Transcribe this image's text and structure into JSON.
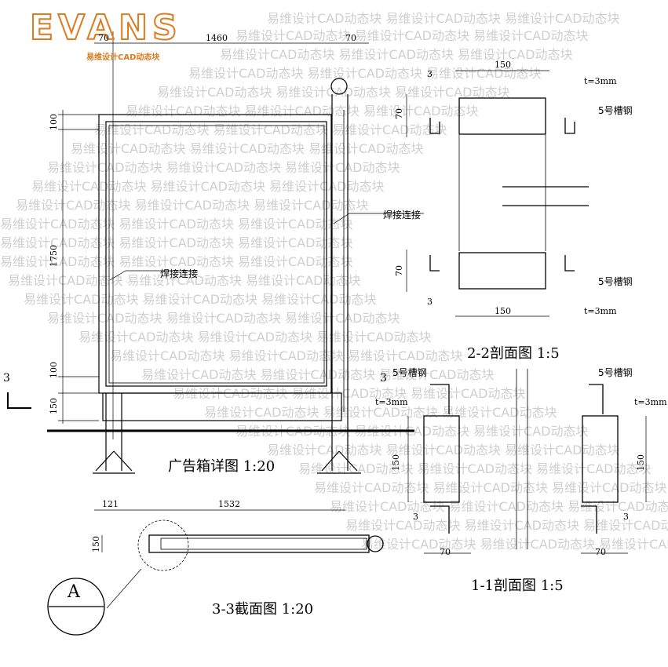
{
  "logo": {
    "text": "EVANS",
    "subtitle": "易维设计CAD动态块",
    "color": "#e07a1e"
  },
  "watermark": {
    "text": "易维设计CAD动态块"
  },
  "views": {
    "elevation": {
      "title": "广告箱详图 1:20",
      "dims": {
        "top_left": "70",
        "top_width": "1460",
        "top_right": "70",
        "frame_top": "100",
        "height": "1750",
        "frame_bottom": "100",
        "base": "150",
        "foot": "121",
        "base_width": "1532"
      },
      "notes": {
        "weld_right": "焊接连接",
        "weld_left": "焊接连接"
      },
      "section_mark": "3"
    },
    "section_2_2": {
      "title": "2-2剖面图 1:5",
      "dims": {
        "width_top": "150",
        "width_bottom": "150",
        "h_top": "70",
        "h_bottom": "70"
      },
      "notes": {
        "thick_top": "t=3mm",
        "thick_bottom": "t=3mm",
        "channel_top": "5号槽钢",
        "channel_bottom": "5号槽钢",
        "weld_top": "3",
        "weld_bottom": "3"
      }
    },
    "section_1_1": {
      "title": "1-1剖面图 1:5",
      "dims": {
        "left_h": "150",
        "right_h": "150",
        "left_w": "70",
        "right_w": "70"
      },
      "notes": {
        "channel_left": "5号槽钢",
        "channel_right": "5号槽钢",
        "thick_left": "t=3mm",
        "thick_right": "t=3mm",
        "weld_left_top": "3",
        "weld_left_bottom": "3",
        "weld_right_bottom": "3"
      }
    },
    "section_3_3": {
      "title": "3-3截面图 1:20",
      "dims": {
        "h": "150"
      },
      "detail_mark": "A"
    }
  }
}
